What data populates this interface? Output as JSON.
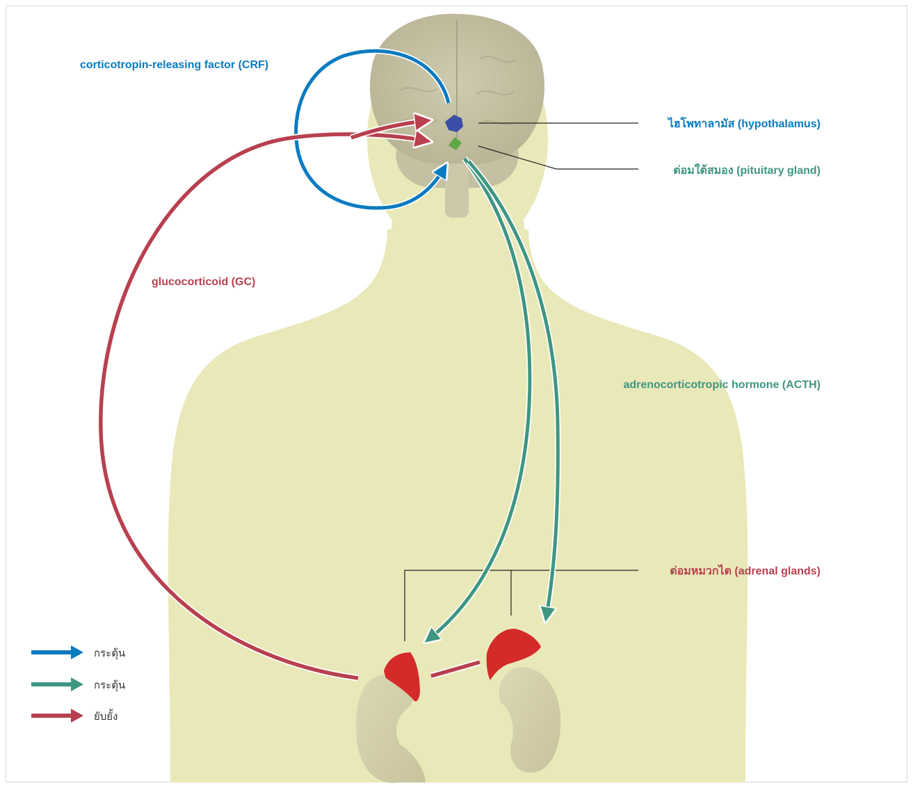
{
  "colors": {
    "stimulate_blue": "#0a7bc0",
    "stimulate_green": "#3f9682",
    "inhibit_red": "#b8404f",
    "body": "#e9e8b8",
    "adrenal": "#d42a2a"
  },
  "labels": {
    "crf": "corticotropin-releasing factor (CRF)",
    "hypothalamus": "ไฮโพทาลามัส (hypothalamus)",
    "pituitary": "ต่อมใต้สมอง (pituitary gland)",
    "gc": "glucocorticoid (GC)",
    "acth": "adrenocorticotropic hormone (ACTH)",
    "adrenal": "ต่อมหมวกไต (adrenal glands)"
  },
  "legend": [
    {
      "label": "กระตุ้น",
      "color": "#0a7bc0"
    },
    {
      "label": "กระตุ้น",
      "color": "#3f9682"
    },
    {
      "label": "ยับยั้ง",
      "color": "#b8404f"
    }
  ]
}
